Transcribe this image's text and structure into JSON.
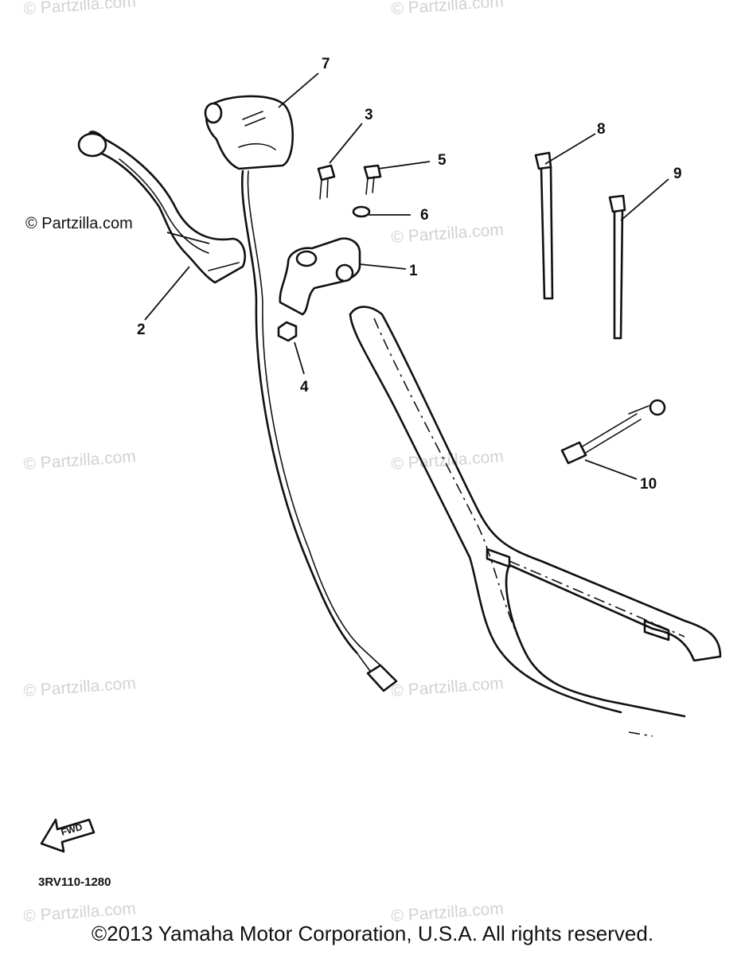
{
  "watermark": "© Partzilla.com",
  "partzilla_label": "© Partzilla.com",
  "callouts": [
    "1",
    "2",
    "3",
    "4",
    "5",
    "6",
    "7",
    "8",
    "9",
    "10"
  ],
  "fwd_label": "FWD",
  "diagram_code": "3RV110-1280",
  "copyright": "©2013 Yamaha Motor Corporation, U.S.A. All rights reserved."
}
